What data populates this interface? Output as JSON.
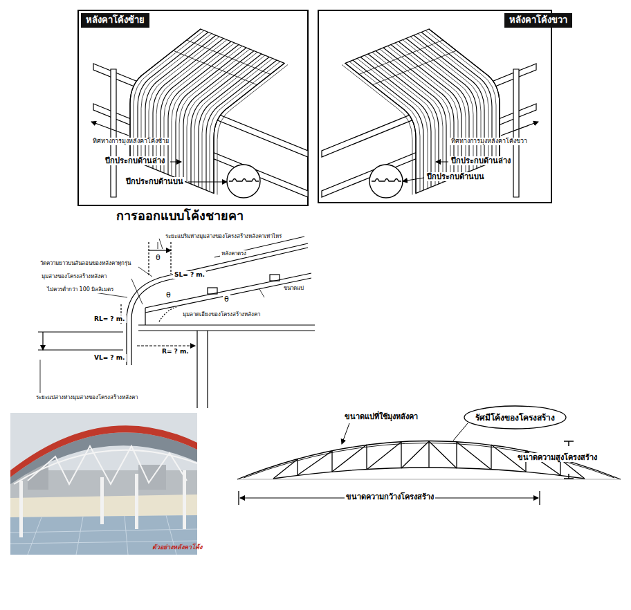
{
  "diagram": {
    "title": "การออกแบบโค้งชายคา",
    "nodes": [
      {
        "text": [
          "หลังคาโค้งซ้าย"
        ]
      },
      {
        "text": [
          "หลังคาโค้งขวา"
        ]
      },
      {
        "text": [
          "รัศมีโค้งของโครงสร้าง"
        ]
      }
    ],
    "labels": [
      "ทิศทางการมุงหลังคาโค้งซ้าย",
      "ปีกประกบด้านล่าง",
      "ปีกประกบด้านบน",
      "ทิศทางการมุงหลังคาโค้งขวา",
      "ปีกประกบด้านล่าง",
      "ปีกประกบด้านบน",
      "ระยะแปริมห่างมุมล่างของโครงสร้างหลังคาเท่าไหร่",
      "หลังคาตรง",
      "วัดความยาวบนสันลอนของหลังคาทุกรุ่น",
      "มุมล่างของโครงสร้างหลังคา",
      "ไม่ควรต่ำกว่า 100 มิลลิเมตร",
      "SL= ? m.",
      "ขนาดแป",
      "θ",
      "θ",
      "θ",
      "RL= ? m.",
      "มุมลาดเอียงของโครงสร้างหลังคา",
      "R= ? m.",
      "VL= ? m.",
      "ระยะแปล่างห่างมุมล่างของโครงสร้างหลังคา",
      "ตัวอย่างหลังคาโค้ง",
      "ขนาดแปที่ใช้มุงหลังคา",
      "ขนาดความสูงโครงสร้าง",
      "ขนาดความกว้างโครงสร้าง"
    ]
  }
}
